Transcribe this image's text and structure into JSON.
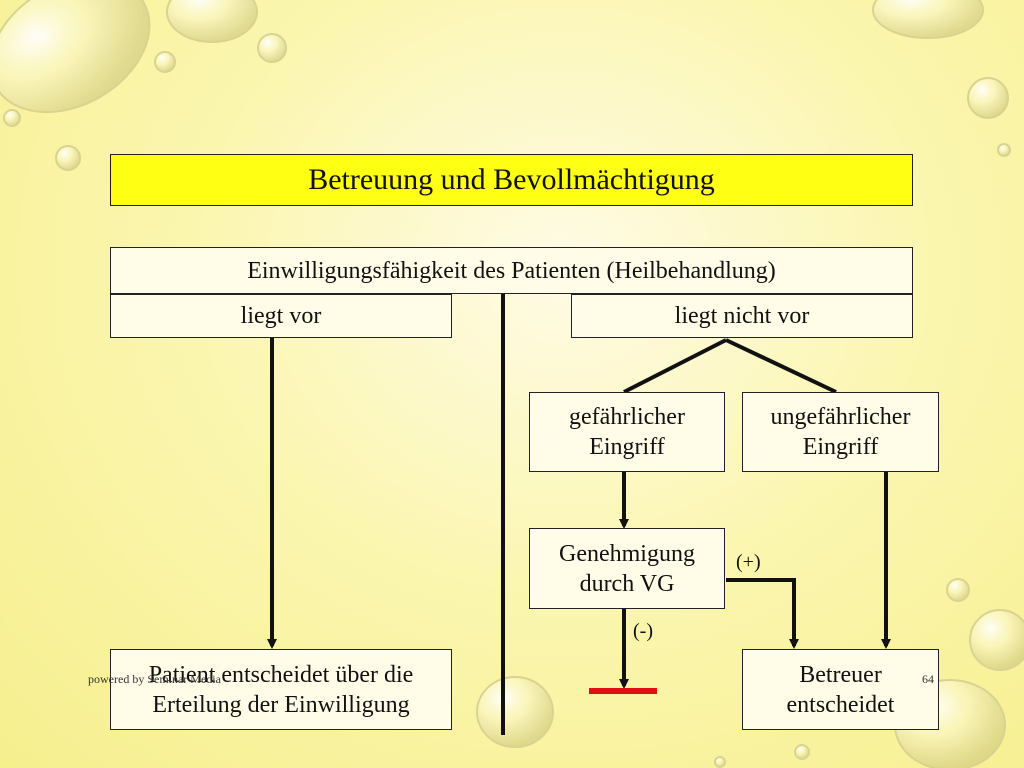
{
  "title": "Betreuung und Bevollmächtigung",
  "header": "Einwilligungsfähigkeit des Patienten (Heilbehandlung)",
  "branch_left": "liegt vor",
  "branch_right": "liegt nicht vor",
  "dangerous": [
    "gefährlicher",
    "Eingriff"
  ],
  "harmless": [
    "ungefährlicher",
    "Eingriff"
  ],
  "approval": [
    "Genehmigung",
    "durch VG"
  ],
  "patient_decides": [
    "Patient entscheidet über die",
    "Erteilung der Einwilligung"
  ],
  "caretaker_decides": [
    "Betreuer",
    "entscheidet"
  ],
  "plus_label": "(+)",
  "minus_label": "(-)",
  "footer": {
    "left": "powered by Seminar Media",
    "page": "64"
  }
}
